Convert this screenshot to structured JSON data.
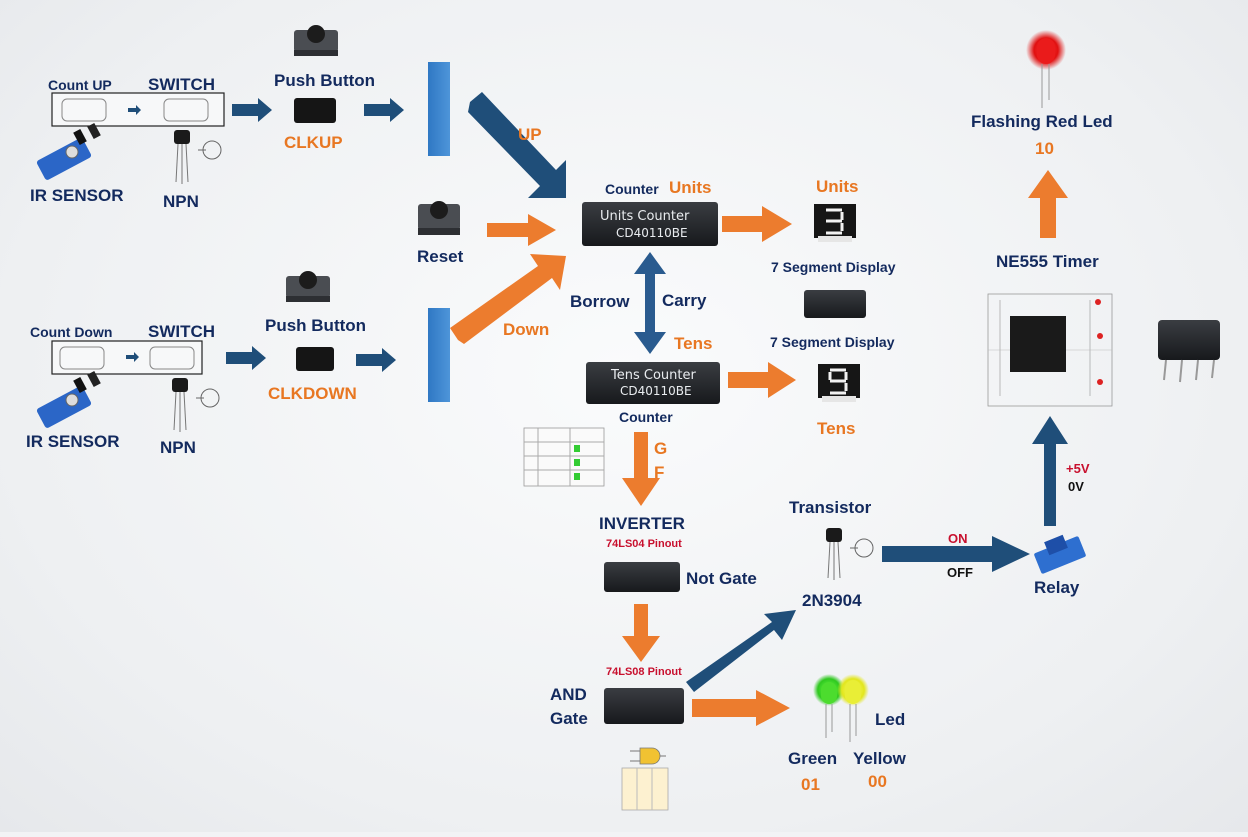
{
  "input_up": {
    "group_label": "Count UP",
    "switch_label": "SWITCH",
    "sensor_label": "IR SENSOR",
    "npn_label": "NPN",
    "button_label": "Push Button",
    "clk_label": "CLKUP"
  },
  "input_down": {
    "group_label": "Count Down",
    "switch_label": "SWITCH",
    "sensor_label": "IR SENSOR",
    "npn_label": "NPN",
    "button_label": "Push Button",
    "clk_label": "CLKDOWN"
  },
  "reset_label": "Reset",
  "flow_up": "UP",
  "flow_down": "Down",
  "units_counter": {
    "caption": "Counter",
    "tag": "Units",
    "chip_line1": "Units Counter",
    "chip_line2": "CD40110BE"
  },
  "tens_counter": {
    "caption": "Counter",
    "tag": "Tens",
    "chip_line1": "Tens Counter",
    "chip_line2": "CD40110BE"
  },
  "borrow_label": "Borrow",
  "carry_label": "Carry",
  "units_display": {
    "tag": "Units",
    "label": "7 Segment Display"
  },
  "tens_display": {
    "tag": "Tens",
    "label": "7 Segment Display"
  },
  "signal_g": "G",
  "signal_f": "F",
  "inverter": {
    "title": "INVERTER",
    "pinout": "74LS04 Pinout",
    "gate_label": "Not Gate"
  },
  "and_gate": {
    "pinout": "74LS08 Pinout",
    "line1": "AND",
    "line2": "Gate"
  },
  "transistor": {
    "title": "Transistor",
    "part": "2N3904"
  },
  "relay": {
    "label": "Relay",
    "on": "ON",
    "off": "OFF",
    "v_high": "+5V",
    "v_low": "0V"
  },
  "timer": {
    "label": "NE555 Timer"
  },
  "flashing": {
    "label": "Flashing Red Led",
    "code": "10"
  },
  "leds": {
    "title": "Led",
    "green": "Green",
    "green_code": "01",
    "yellow": "Yellow",
    "yellow_code": "00"
  },
  "colors": {
    "navy": "#132a5e",
    "orange": "#e87722",
    "blue_arrow": "#1f4e79",
    "orange_arrow": "#ec7c2e",
    "red": "#c8102e"
  }
}
